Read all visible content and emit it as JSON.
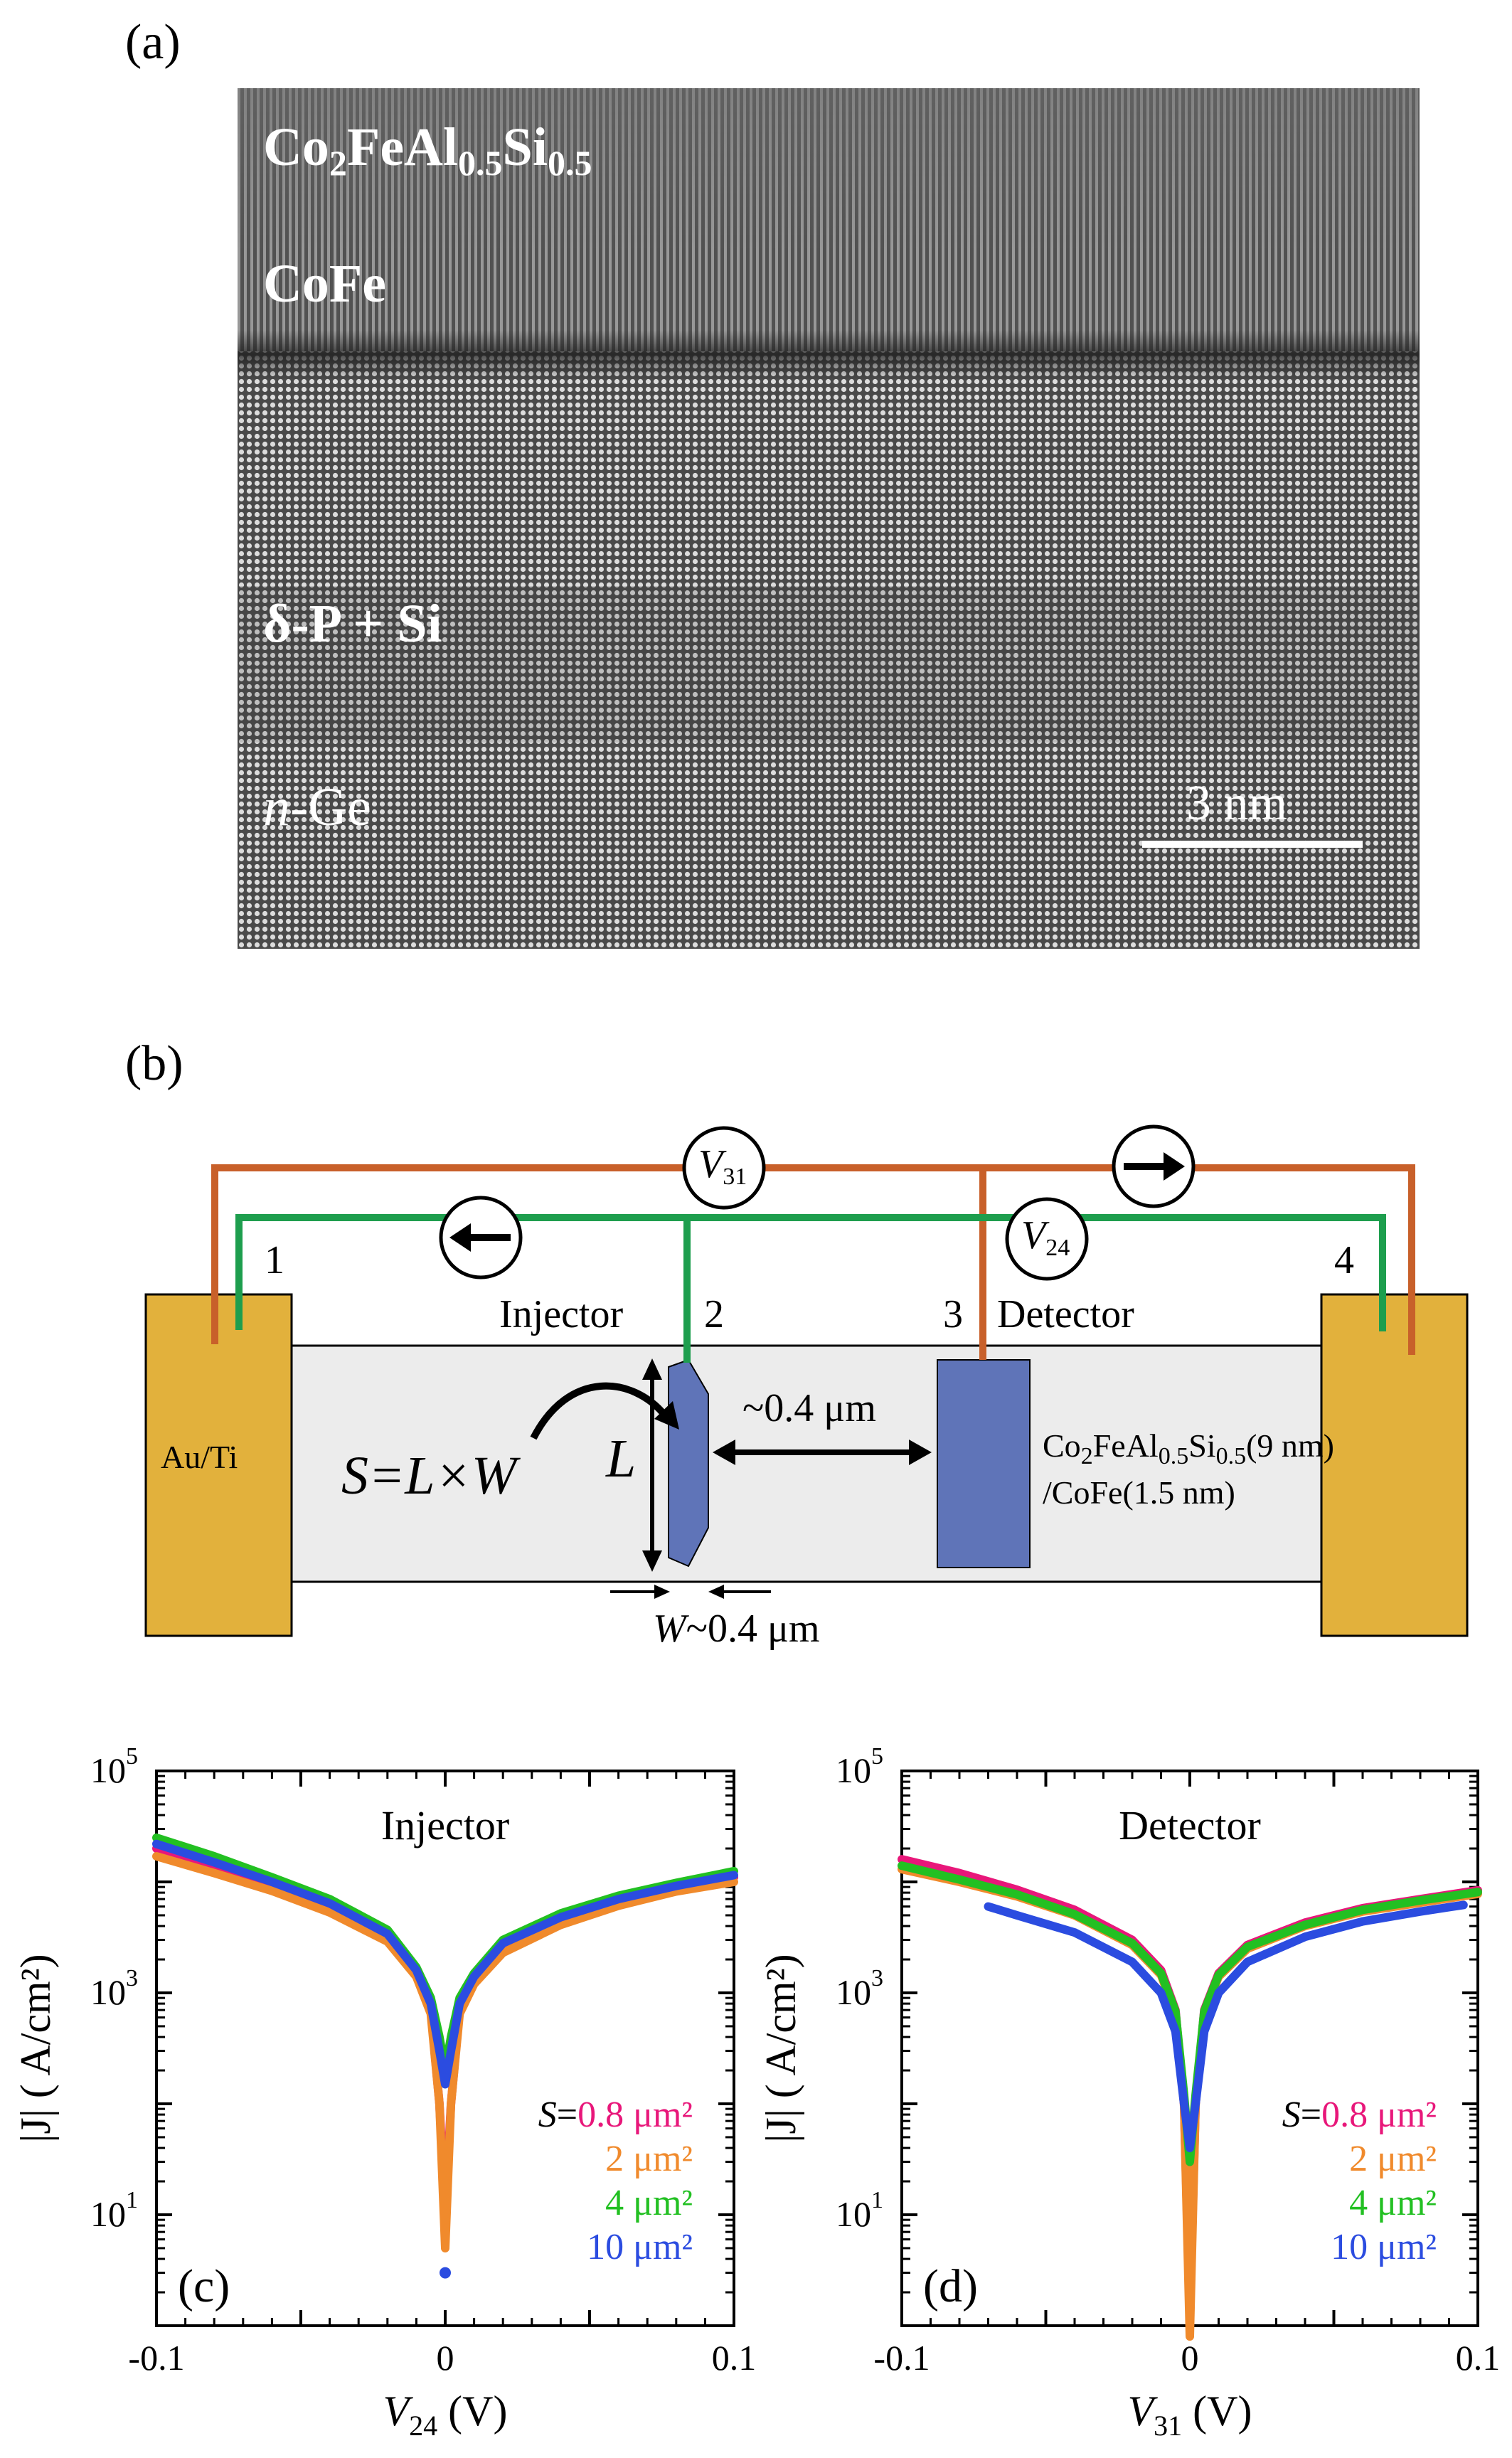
{
  "panels": {
    "a": {
      "label": "(a)",
      "layers": {
        "top_main": "Co",
        "top_sub1": "2",
        "top_mid": "FeAl",
        "top_sub2": "0.5",
        "top_mid2": "Si",
        "top_sub3": "0.5",
        "cofe": "CoFe",
        "delta": "δ-P + Si",
        "nge_italic": "n",
        "nge_rest": "-Ge"
      },
      "scale_bar": "3 nm"
    },
    "b": {
      "label": "(b)",
      "terminals": [
        "1",
        "2",
        "3",
        "4"
      ],
      "injector": "Injector",
      "detector": "Detector",
      "pad_label": "Au/Ti",
      "v31_main": "V",
      "v31_sub": "31",
      "v24_main": "V",
      "v24_sub": "24",
      "area_formula": "S=L×W",
      "length_label": "L",
      "gap_label": "~0.4 μm",
      "width_italic": "W",
      "width_rest": "~0.4 μm",
      "stack_line1_a": "Co",
      "stack_line1_s1": "2",
      "stack_line1_b": "FeAl",
      "stack_line1_s2": "0.5",
      "stack_line1_c": "Si",
      "stack_line1_s3": "0.5",
      "stack_line1_d": "(9 nm)",
      "stack_line2": "/CoFe(1.5 nm)",
      "colors": {
        "pad": "#e2b13c",
        "channel": "#ececec",
        "electrode": "#5f74b8",
        "wire_v31": "#c8602a",
        "wire_v24": "#1e9e4e"
      }
    }
  },
  "chart_data": [
    {
      "panel": "(c)",
      "type": "line",
      "title": "Injector",
      "xlabel_main": "V",
      "xlabel_sub": "24",
      "xlabel_unit": " (V)",
      "ylabel": "|J| ( A/cm²)",
      "xlim": [
        -0.1,
        0.1
      ],
      "ylim_log10": [
        0,
        5
      ],
      "yscale": "log",
      "x_ticks": [
        "-0.1",
        "0",
        "0.1"
      ],
      "y_ticks": [
        {
          "base": "10",
          "exp": "1"
        },
        {
          "base": "10",
          "exp": "3"
        },
        {
          "base": "10",
          "exp": "5"
        }
      ],
      "legend_prefix": "S=",
      "series": [
        {
          "name": "0.8 μm²",
          "color": "#e8177a",
          "x": [
            -0.1,
            -0.08,
            -0.06,
            -0.04,
            -0.02,
            -0.01,
            -0.005,
            -0.002,
            0,
            0.002,
            0.005,
            0.01,
            0.02,
            0.04,
            0.06,
            0.08,
            0.1
          ],
          "y": [
            20000.0,
            14000.0,
            9500.0,
            6000.0,
            3200.0,
            1500.0,
            700.0,
            100.0,
            10,
            100.0,
            700.0,
            1300.0,
            2600.0,
            4600.0,
            6800.0,
            9000.0,
            11000.0
          ]
        },
        {
          "name": "2 μm²",
          "color": "#f08a2c",
          "x": [
            -0.1,
            -0.08,
            -0.06,
            -0.04,
            -0.02,
            -0.01,
            -0.005,
            -0.002,
            0,
            0.002,
            0.005,
            0.01,
            0.02,
            0.04,
            0.06,
            0.08,
            0.1
          ],
          "y": [
            17000.0,
            12000.0,
            8300.0,
            5300.0,
            2900.0,
            1400.0,
            650.0,
            100.0,
            5,
            100.0,
            650.0,
            1200.0,
            2300.0,
            4100.0,
            6100.0,
            8200.0,
            10000.0
          ]
        },
        {
          "name": "4 μm²",
          "color": "#22c022",
          "x": [
            -0.1,
            -0.08,
            -0.06,
            -0.04,
            -0.02,
            -0.01,
            -0.005,
            -0.002,
            0,
            0.002,
            0.005,
            0.01,
            0.02,
            0.04,
            0.06,
            0.08,
            0.1
          ],
          "y": [
            25000.0,
            17000.0,
            11000.0,
            7000.0,
            3700.0,
            1700.0,
            900.0,
            400.0,
            200.0,
            400.0,
            900.0,
            1500.0,
            3000.0,
            5200.0,
            7500.0,
            9800.0,
            12500.0
          ]
        },
        {
          "name": "10 μm²",
          "color": "#2b4ce0",
          "x": [
            -0.1,
            -0.08,
            -0.06,
            -0.04,
            -0.02,
            -0.01,
            -0.005,
            -0.002,
            0,
            0.002,
            0.005,
            0.01,
            0.02,
            0.04,
            0.06,
            0.08,
            0.1
          ],
          "y": [
            22000.0,
            15000.0,
            10000.0,
            6400.0,
            3400.0,
            1600.0,
            800.0,
            300.0,
            150.0,
            300.0,
            800.0,
            1400.0,
            2800.0,
            4800.0,
            7000.0,
            9200.0,
            11500.0
          ]
        }
      ],
      "markers": [
        {
          "series": "10 μm²",
          "x": 0,
          "y": 3
        }
      ],
      "panel_label": "(c)"
    },
    {
      "panel": "(d)",
      "type": "line",
      "title": "Detector",
      "xlabel_main": "V",
      "xlabel_sub": "31",
      "xlabel_unit": " (V)",
      "ylabel": "|J| ( A/cm²)",
      "xlim": [
        -0.1,
        0.1
      ],
      "ylim_log10": [
        0,
        5
      ],
      "yscale": "log",
      "x_ticks": [
        "-0.1",
        "0",
        "0.1"
      ],
      "y_ticks": [
        {
          "base": "10",
          "exp": "1"
        },
        {
          "base": "10",
          "exp": "3"
        },
        {
          "base": "10",
          "exp": "5"
        }
      ],
      "legend_prefix": "S=",
      "series": [
        {
          "name": "0.8 μm²",
          "color": "#e8177a",
          "x": [
            -0.1,
            -0.08,
            -0.06,
            -0.04,
            -0.02,
            -0.01,
            -0.005,
            -0.002,
            0,
            0.002,
            0.005,
            0.01,
            0.02,
            0.04,
            0.06,
            0.08,
            0.1
          ],
          "y": [
            16000.0,
            12000.0,
            8500.0,
            5600.0,
            3000.0,
            1600.0,
            700.0,
            100.0,
            1.2,
            100.0,
            700.0,
            1500.0,
            2700.0,
            4300.0,
            5800.0,
            7000.0,
            8400.0
          ]
        },
        {
          "name": "2 μm²",
          "color": "#f08a2c",
          "x": [
            -0.1,
            -0.08,
            -0.06,
            -0.04,
            -0.02,
            -0.01,
            -0.005,
            -0.002,
            0,
            0.002,
            0.005,
            0.01,
            0.02,
            0.04,
            0.06,
            0.08,
            0.1
          ],
          "y": [
            13000.0,
            10000.0,
            7400.0,
            5000.0,
            2700.0,
            1450.0,
            650.0,
            100.0,
            0.8,
            100.0,
            650.0,
            1400.0,
            2500.0,
            4000.0,
            5400.0,
            6500.0,
            7800.0
          ]
        },
        {
          "name": "4 μm²",
          "color": "#22c022",
          "x": [
            -0.1,
            -0.08,
            -0.06,
            -0.04,
            -0.02,
            -0.01,
            -0.005,
            -0.002,
            0,
            0.002,
            0.005,
            0.01,
            0.02,
            0.04,
            0.06,
            0.08,
            0.1
          ],
          "y": [
            14000.0,
            10500.0,
            7700.0,
            5100.0,
            2800.0,
            1500.0,
            680.0,
            120.0,
            30.0,
            120.0,
            680.0,
            1450.0,
            2600.0,
            4100.0,
            5600.0,
            6800.0,
            8100.0
          ]
        },
        {
          "name": "10 μm²",
          "color": "#2b4ce0",
          "x": [
            -0.07,
            -0.06,
            -0.04,
            -0.02,
            -0.01,
            -0.005,
            -0.002,
            0,
            0.002,
            0.005,
            0.01,
            0.02,
            0.04,
            0.06,
            0.08,
            0.095
          ],
          "y": [
            6000.0,
            5000.0,
            3500.0,
            1900.0,
            1000.0,
            450.0,
            100.0,
            40.0,
            100.0,
            450.0,
            1000.0,
            1900.0,
            3200.0,
            4400.0,
            5400.0,
            6200.0
          ]
        }
      ],
      "panel_label": "(d)"
    }
  ]
}
